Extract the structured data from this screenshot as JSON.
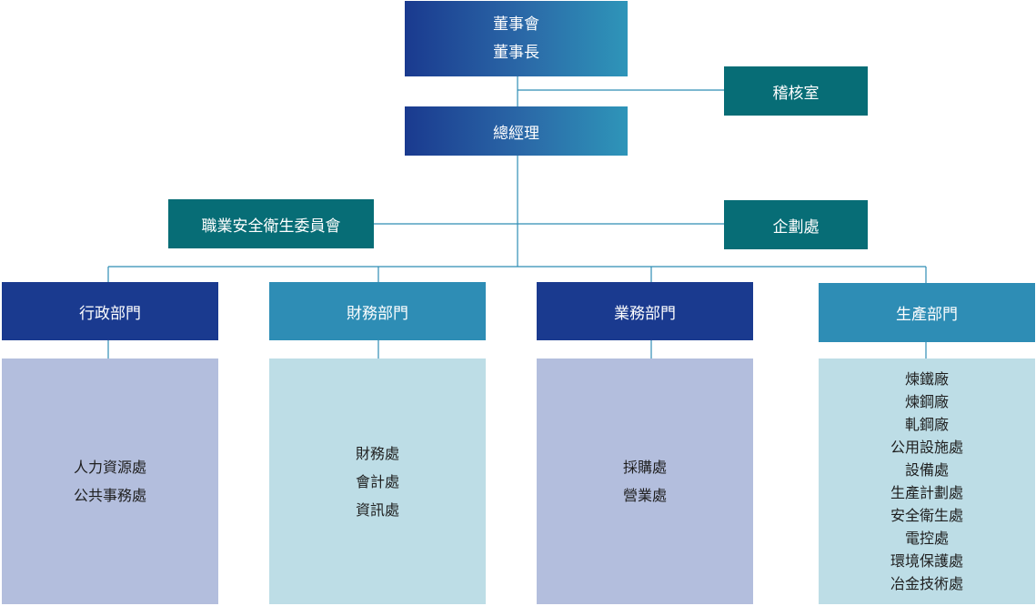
{
  "org": {
    "board": {
      "line1": "董事會",
      "line2": "董事長"
    },
    "audit": "稽核室",
    "gm": "總經理",
    "safety_committee": "職業安全衛生委員會",
    "planning": "企劃處",
    "departments": [
      {
        "name": "行政部門",
        "units": [
          "人力資源處",
          "公共事務處"
        ]
      },
      {
        "name": "財務部門",
        "units": [
          "財務處",
          "會計處",
          "資訊處"
        ]
      },
      {
        "name": "業務部門",
        "units": [
          "採購處",
          "營業處"
        ]
      },
      {
        "name": "生產部門",
        "units": [
          "煉鐵廠",
          "煉鋼廠",
          "軋鋼廠",
          "公用設施處",
          "設備處",
          "生產計劃處",
          "安全衛生處",
          "電控處",
          "環境保護處",
          "冶金技術處"
        ]
      }
    ]
  },
  "colors": {
    "gradient_start": "#1a3a8f",
    "gradient_end": "#2e95b9",
    "teal": "#076d76",
    "navy": "#1a3a8f",
    "blue": "#2e8db5",
    "lavender": "#b3bedd",
    "ice": "#bddde6",
    "connector": "#2e8db5"
  }
}
